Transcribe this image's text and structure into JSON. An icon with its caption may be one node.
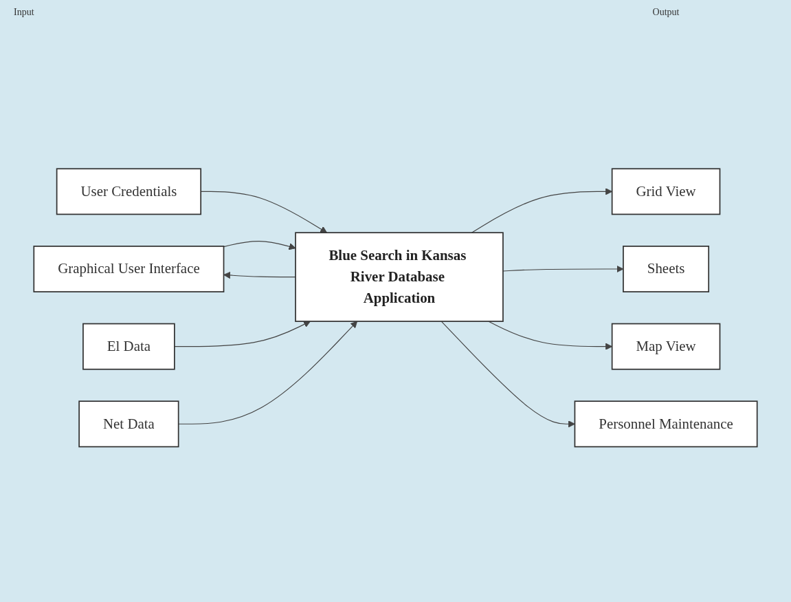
{
  "diagram": {
    "nodes": [
      {
        "text": [
          "Graphical User Interface"
        ]
      },
      {
        "text": [
          "User Credentials"
        ]
      },
      {
        "text": [
          "El Data"
        ]
      },
      {
        "text": [
          "Net Data"
        ]
      },
      {
        "text": [
          "Blue Search in Kansas River Database Application"
        ]
      },
      {
        "text": [
          "Grid View"
        ]
      },
      {
        "text": [
          "Sheets"
        ]
      },
      {
        "text": [
          "Map View"
        ]
      },
      {
        "text": [
          "Personnel Maintenance"
        ]
      }
    ],
    "edges": [
      {
        "from": 0,
        "to": 4,
        "arrow": "to"
      },
      {
        "from": 4,
        "to": 0,
        "arrow": "to"
      },
      {
        "from": 1,
        "to": 4,
        "arrow": "to"
      },
      {
        "from": 2,
        "to": 4,
        "arrow": "to"
      },
      {
        "from": 3,
        "to": 4,
        "arrow": "to"
      },
      {
        "from": 4,
        "to": 5,
        "arrow": "to"
      },
      {
        "from": 4,
        "to": 6,
        "arrow": "to"
      },
      {
        "from": 4,
        "to": 7,
        "arrow": "to"
      },
      {
        "from": 4,
        "to": 8,
        "arrow": "to"
      }
    ],
    "labels": [
      "Input",
      "Output"
    ]
  }
}
